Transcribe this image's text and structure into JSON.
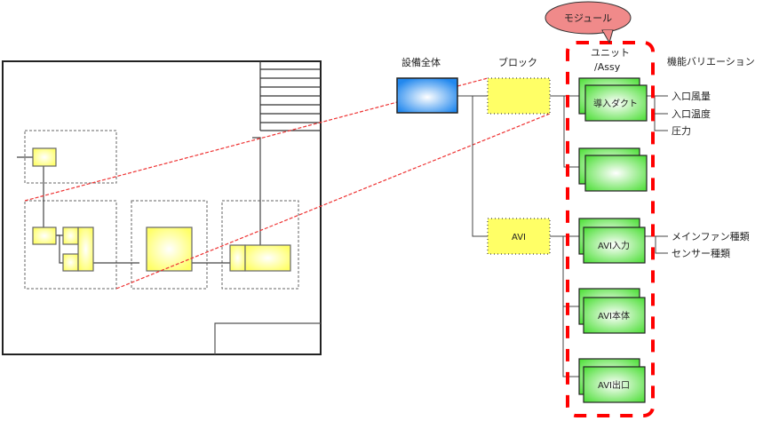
{
  "diagram": {
    "callout": {
      "label": "モジュール",
      "fill": "#f08a8a"
    },
    "headers": {
      "equipment": "設備全体",
      "block": "ブロック",
      "unit_line1": "ユニット",
      "unit_line2": "/Assy",
      "variation": "機能バリエーション"
    },
    "blocks": [
      {
        "label": ""
      },
      {
        "label": "AVI"
      }
    ],
    "units": [
      {
        "label": "導入ダクト"
      },
      {
        "label": ""
      },
      {
        "label": "AVI入力"
      },
      {
        "label": "AVI本体"
      },
      {
        "label": "AVI出口"
      }
    ],
    "variations": {
      "duct": [
        "入口風量",
        "入口温度",
        "圧力"
      ],
      "avi_input": [
        "メインファン種類",
        "センサー種類"
      ]
    },
    "colors": {
      "module_border": "#ff0000",
      "unit_fill": "#66ee55",
      "block_fill": "#ffff66",
      "equipment_fill": "#3399ff",
      "zoom_line": "#ee3333"
    }
  }
}
